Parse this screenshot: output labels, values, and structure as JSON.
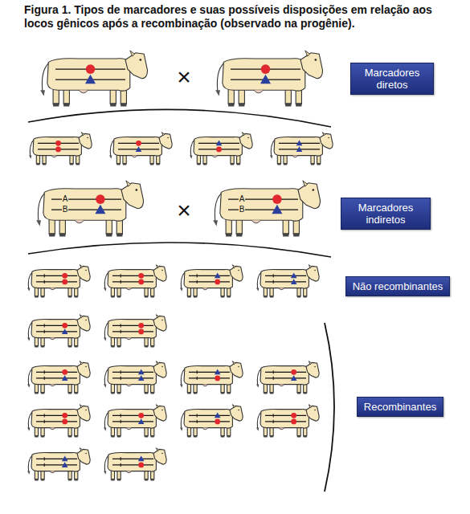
{
  "diagram": {
    "title": "Figura 1. Tipos de marcadores e suas possíveis disposições em relação aos locos gênicos após a recombinação (observado na progênie).",
    "nodes": [
      {
        "text": [
          "Marcadores diretos"
        ]
      },
      {
        "text": [
          "Marcadores indiretos"
        ]
      },
      {
        "text": [
          "Não recombinantes"
        ]
      },
      {
        "text": [
          "Recombinantes"
        ]
      }
    ],
    "labels": [
      "×",
      "A",
      "B",
      "×",
      "A",
      "B"
    ]
  }
}
